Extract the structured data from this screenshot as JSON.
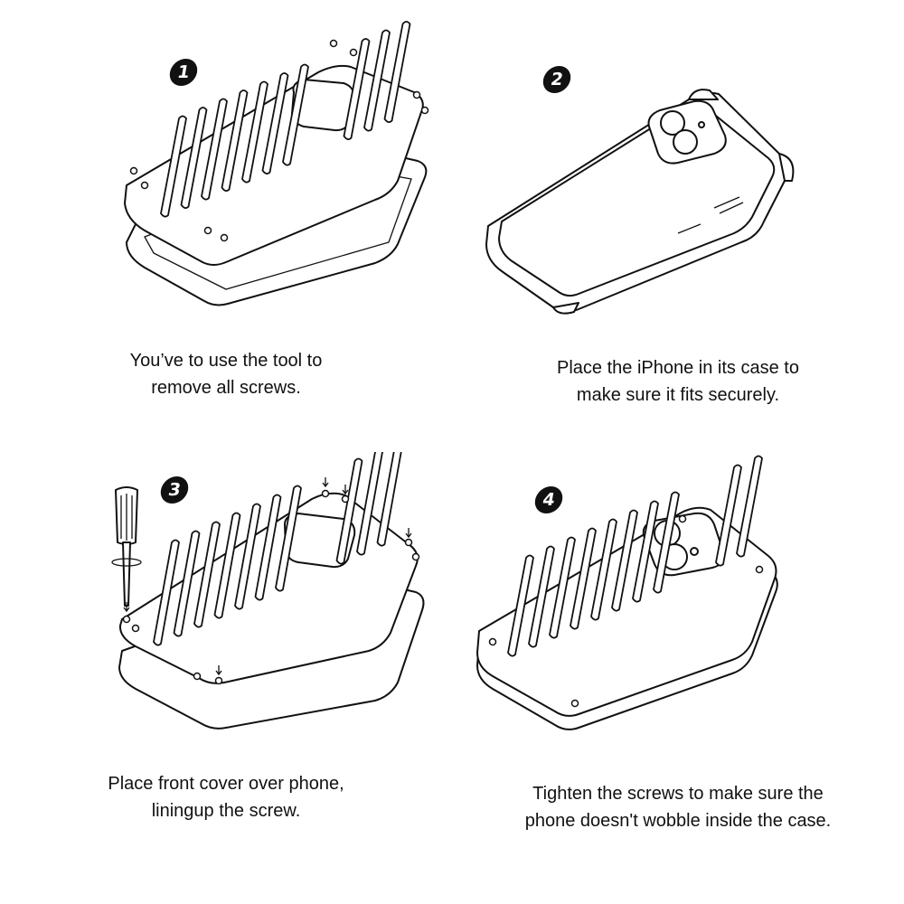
{
  "steps": [
    {
      "number": "1",
      "lines": [
        "You’ve to use the  tool to",
        "remove all screws."
      ]
    },
    {
      "number": "2",
      "lines": [
        "Place the iPhone in its case to",
        "make sure it fits securely."
      ]
    },
    {
      "number": "3",
      "lines": [
        "Place front cover over phone,",
        "liningup the screw."
      ]
    },
    {
      "number": "4",
      "lines": [
        "Tighten the screws to make sure the",
        "phone doesn't wobble inside the case."
      ]
    }
  ],
  "icons": {
    "step1": "case-disassembly-illustration",
    "step2": "phone-in-case-illustration",
    "step3": "screwdriver-cover-illustration",
    "step4": "assembled-case-illustration"
  }
}
